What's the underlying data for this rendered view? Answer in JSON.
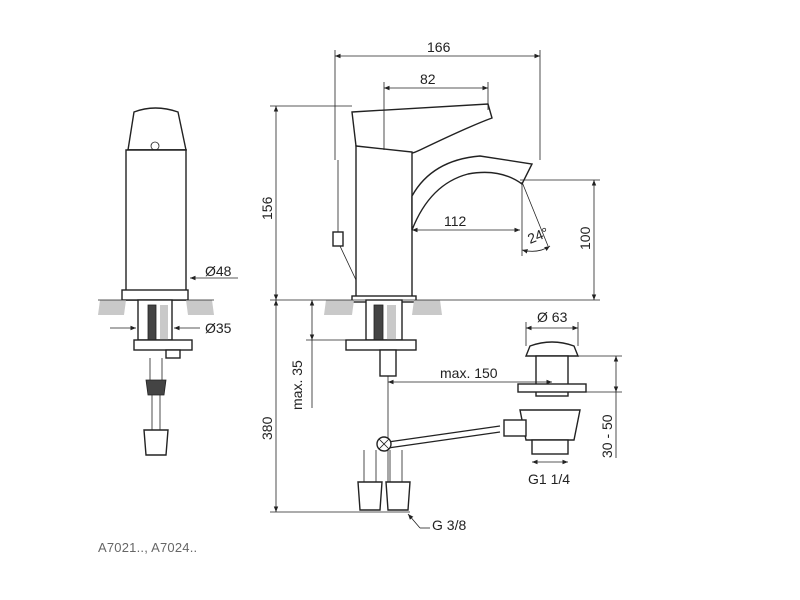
{
  "dimensions": {
    "width_total": "166",
    "handle_width": "82",
    "height_total": "156",
    "spout_reach": "112",
    "spout_height": "100",
    "spray_angle": "24°",
    "base_diameter": "Ø48",
    "shank_diameter": "Ø35",
    "max_thickness": "max. 35",
    "drain_distance": "max. 150",
    "drain_diameter": "Ø 63",
    "drain_range": "30 - 50",
    "drain_thread": "G1 1/4",
    "hose_length": "380",
    "hose_thread": "G 3/8"
  },
  "caption": "A7021.., A7024.."
}
